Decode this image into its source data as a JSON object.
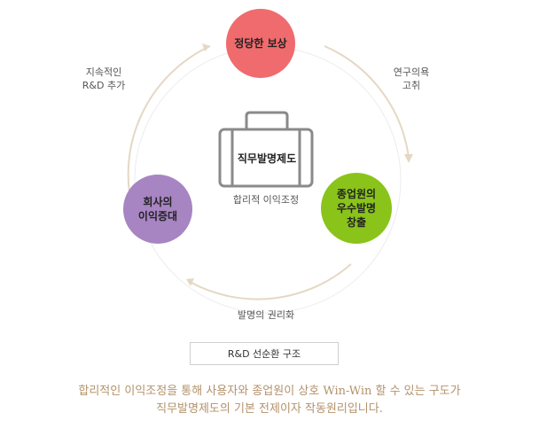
{
  "nodes": {
    "top": "정당한 보상",
    "left": "회사의\n이익증대",
    "right": "종업원의\n우수발명\n창출"
  },
  "labels": {
    "top_left": "지속적인\nR&D 추가",
    "top_right": "연구의욕\n고취",
    "bottom": "발명의 권리화"
  },
  "center": {
    "title": "직무발명제도",
    "subtitle": "합리적 이익조정"
  },
  "box_label": "R&D 선순환 구조",
  "caption": {
    "line1": "합리적인 이익조정을 통해 사용자와 종업원이 상호 Win-Win 할 수 있는 구도가",
    "line2": "직무발명제도의 기본 전제이자 작동원리입니다."
  },
  "colors": {
    "top_circle": "#ef6b6e",
    "left_circle": "#a784c2",
    "right_circle": "#8ac41a",
    "arc": "#e4d8c4",
    "caption_text": "#b3926a"
  }
}
